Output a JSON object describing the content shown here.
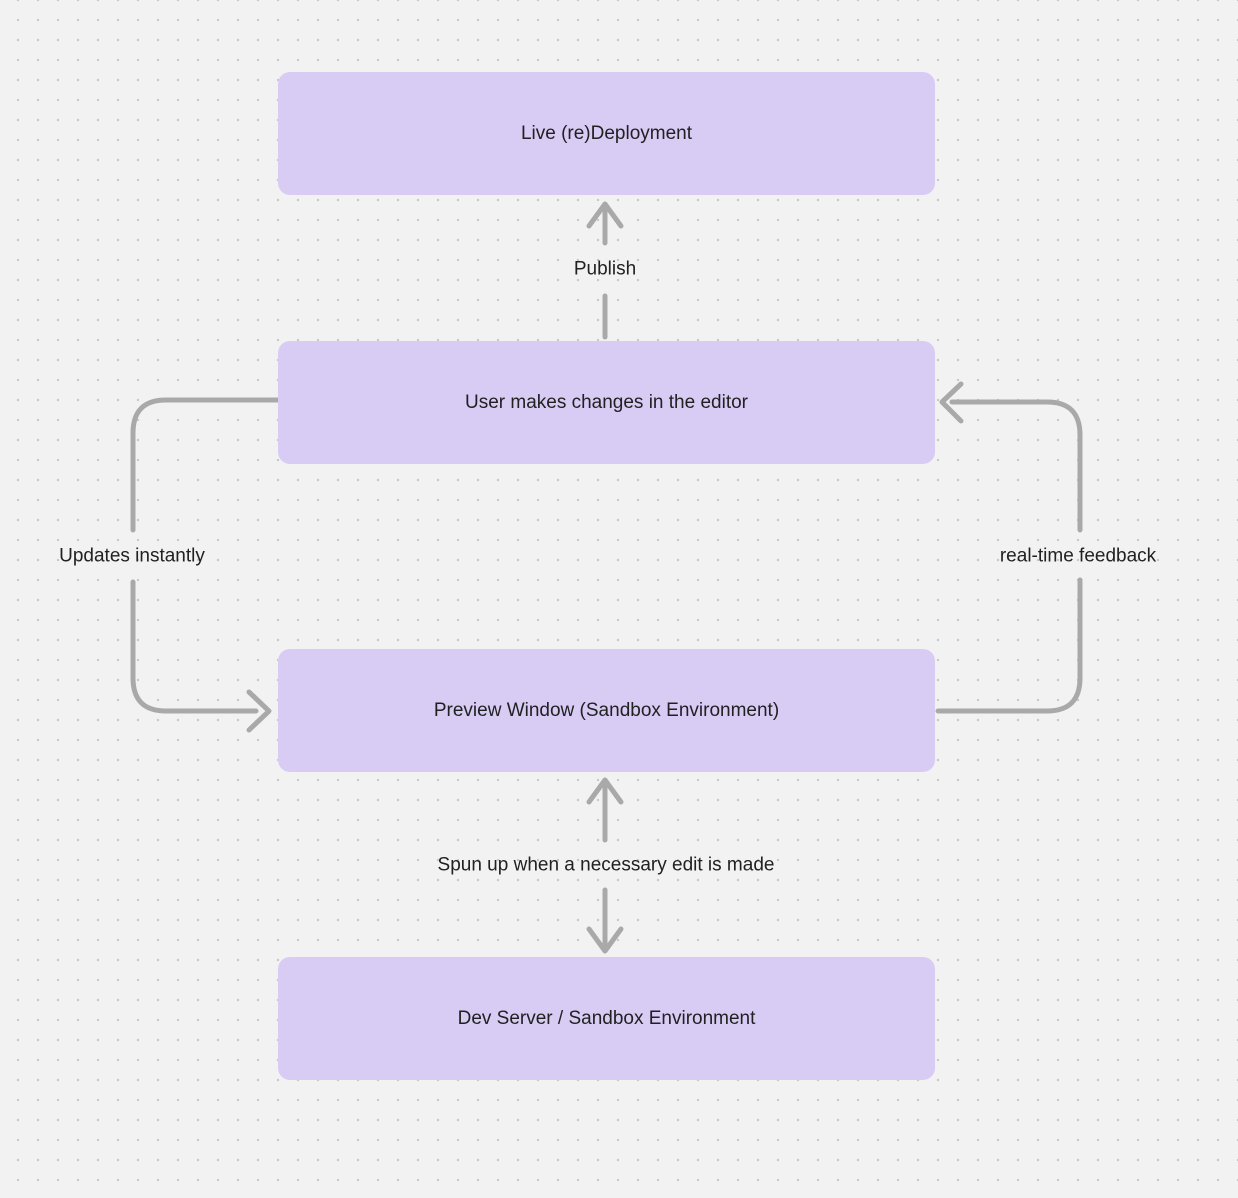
{
  "diagram": {
    "colors": {
      "background": "#f2f2f2",
      "dot_grid": "#c8c8c8",
      "node_fill": "#d8ccf5",
      "node_text": "#212121",
      "arrow": "#a9a9a9",
      "edge_label_text": "#212121"
    },
    "nodes": [
      {
        "id": "live-redeployment",
        "label": "Live (re)Deployment"
      },
      {
        "id": "user-changes",
        "label": "User makes changes in the editor"
      },
      {
        "id": "preview-window",
        "label": "Preview Window (Sandbox Environment)"
      },
      {
        "id": "dev-server",
        "label": "Dev Server / Sandbox Environment"
      }
    ],
    "edges": [
      {
        "id": "publish",
        "label": "Publish",
        "from": "user-changes",
        "to": "live-redeployment",
        "bidirectional": false
      },
      {
        "id": "updates-instantly",
        "label": "Updates instantly",
        "from": "user-changes",
        "to": "preview-window",
        "bidirectional": false
      },
      {
        "id": "real-time-feedback",
        "label": "real-time feedback",
        "from": "preview-window",
        "to": "user-changes",
        "bidirectional": false
      },
      {
        "id": "spun-up",
        "label": "Spun up when a necessary edit is made",
        "from": "preview-window",
        "to": "dev-server",
        "bidirectional": true
      }
    ]
  }
}
